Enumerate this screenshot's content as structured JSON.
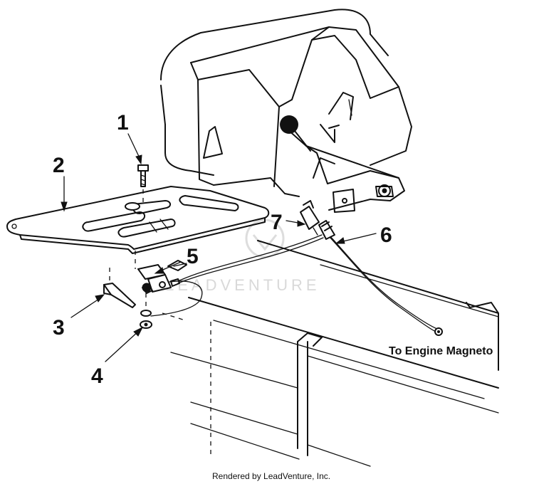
{
  "callouts": [
    {
      "id": "1",
      "label": "1"
    },
    {
      "id": "2",
      "label": "2"
    },
    {
      "id": "3",
      "label": "3"
    },
    {
      "id": "4",
      "label": "4"
    },
    {
      "id": "5",
      "label": "5"
    },
    {
      "id": "6",
      "label": "6"
    },
    {
      "id": "7",
      "label": "7"
    }
  ],
  "annotation": "To Engine Magneto",
  "watermark": "LEADVENTURE",
  "footer": "Rendered by LeadVenture, Inc."
}
